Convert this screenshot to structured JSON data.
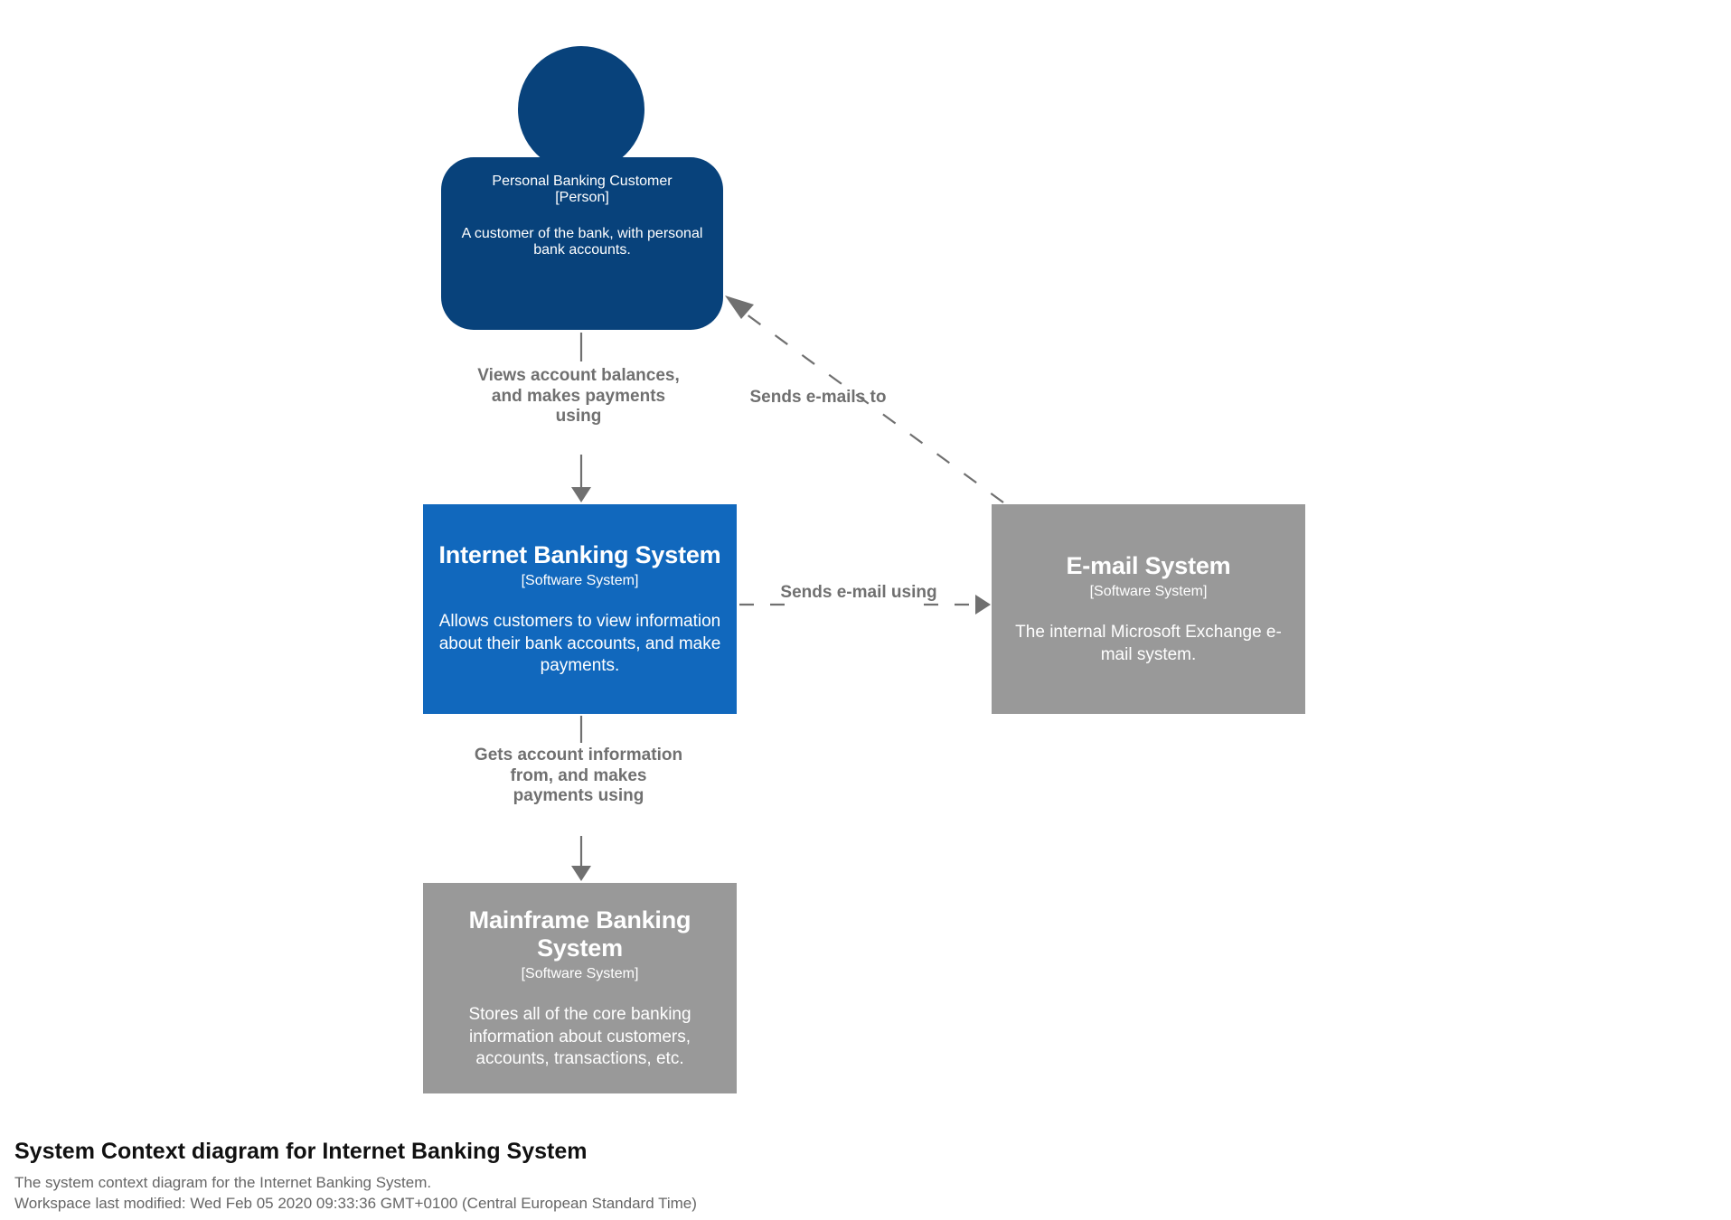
{
  "diagram": {
    "title": "System Context diagram for Internet Banking System",
    "description": "The system context diagram for the Internet Banking System.",
    "last_modified": "Workspace last modified: Wed Feb 05 2020 09:33:36 GMT+0100 (Central European Standard Time)",
    "colors": {
      "person": "#08427b",
      "focus_system": "#1168bd",
      "external_system": "#999999",
      "relationship": "#707070",
      "background": "#ffffff",
      "node_text": "#ffffff",
      "footer_title": "#111111",
      "footer_sub": "#666666"
    }
  },
  "nodes": {
    "person": {
      "name": "Personal Banking Customer",
      "type": "[Person]",
      "description": "A customer of the bank, with personal bank accounts.",
      "shape": "person"
    },
    "internet_banking_system": {
      "name": "Internet Banking System",
      "type": "[Software System]",
      "description": "Allows customers to view information about their bank accounts, and make payments.",
      "shape": "box"
    },
    "email_system": {
      "name": "E-mail System",
      "type": "[Software System]",
      "description": "The internal Microsoft Exchange e-mail system.",
      "shape": "box"
    },
    "mainframe_banking_system": {
      "name": "Mainframe Banking System",
      "type": "[Software System]",
      "description": "Stores all of the core banking information about customers, accounts, transactions, etc.",
      "shape": "box"
    }
  },
  "relationships": {
    "person_to_ibs": {
      "label": "Views account balances, and makes payments using",
      "style": "solid",
      "from": "Personal Banking Customer",
      "to": "Internet Banking System"
    },
    "email_to_person": {
      "label": "Sends e-mails to",
      "style": "dashed",
      "from": "E-mail System",
      "to": "Personal Banking Customer"
    },
    "ibs_to_email": {
      "label": "Sends e-mail using",
      "style": "dashed",
      "from": "Internet Banking System",
      "to": "E-mail System"
    },
    "ibs_to_mainframe": {
      "label": "Gets account information from, and makes payments using",
      "style": "solid",
      "from": "Internet Banking System",
      "to": "Mainframe Banking System"
    }
  }
}
